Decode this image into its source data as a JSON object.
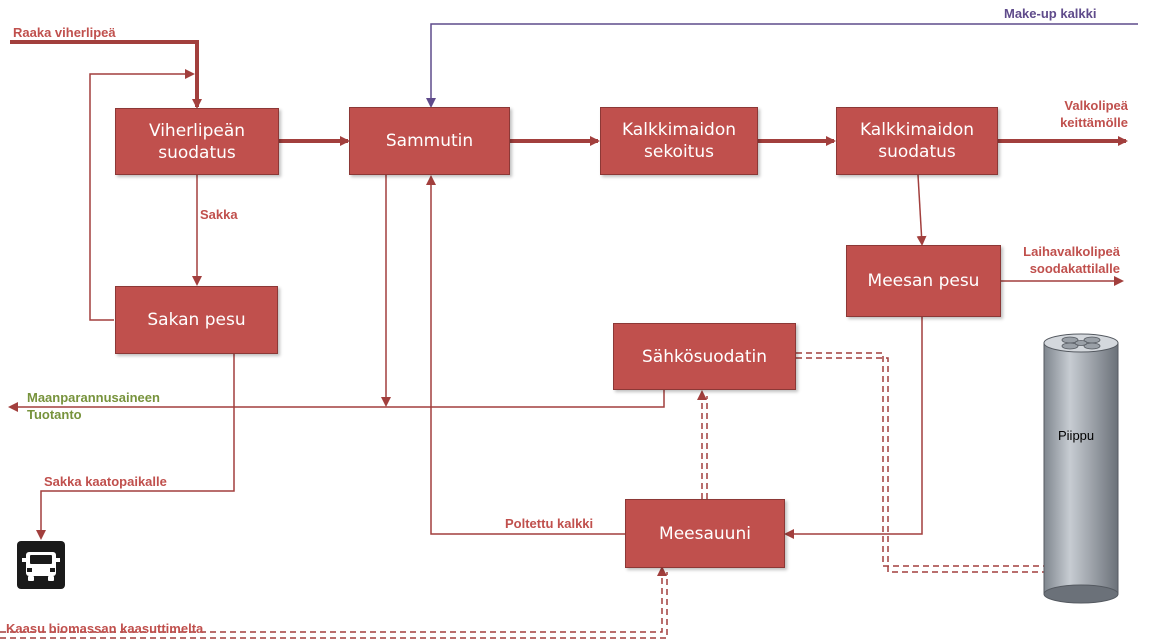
{
  "boxes": {
    "viherlipean_suodatus": "Viherlipeän\nsuodatus",
    "sammutin": "Sammutin",
    "kalkkimaidon_sekoitus": "Kalkkimaidon\nsekoitus",
    "kalkkimaidon_suodatus": "Kalkkimaidon\nsuodatus",
    "sakan_pesu": "Sakan pesu",
    "meesan_pesu": "Meesan pesu",
    "sahkosuodatin": "Sähkösuodatin",
    "meesauuni": "Meesauuni"
  },
  "labels": {
    "raaka_viherlipea": "Raaka viherlipeä",
    "make_up_kalkki": "Make-up kalkki",
    "valkolipea": "Valkolipeä\nkeittämölle",
    "sakka": "Sakka",
    "laihavalkolipea": "Laihavalkolipeä\nsoodakattilalle",
    "maanparannusaineen": "Maanparannusaineen\nTuotanto",
    "sakka_kaatopaikalle": "Sakka kaatopaikalle",
    "poltettu_kalkki": "Poltettu kalkki",
    "kaasu_biomassan": "Kaasu biomassan kaasuttimelta",
    "piippu": "Piippu"
  },
  "colors": {
    "box_fill": "#c0504d",
    "process_line": "#a23f3d",
    "makeup_line": "#5f4b8b",
    "green_text": "#77933c",
    "chimney": "#a6acb4"
  },
  "icons": [
    "truck-icon",
    "chimney-icon"
  ]
}
